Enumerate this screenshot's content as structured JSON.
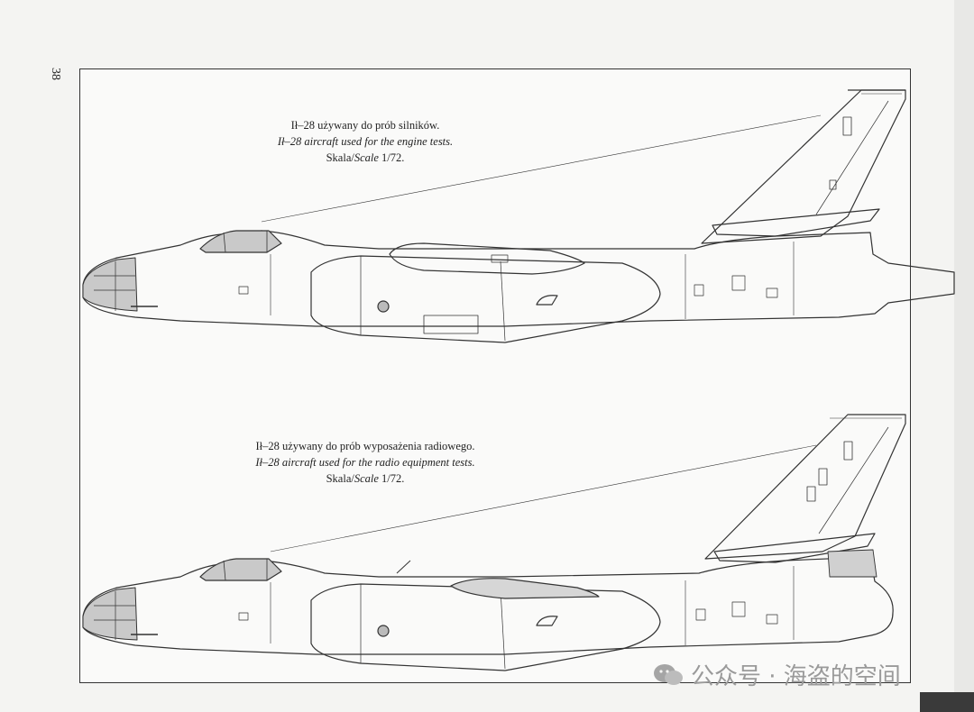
{
  "page": {
    "number": "38"
  },
  "drawings": [
    {
      "caption_pl": "Ił–28 używany do prób silników.",
      "caption_en": "Ił–28 aircraft used for the engine tests.",
      "scale_prefix": "Skala/",
      "scale_italic": "Scale",
      "scale_value": " 1/72."
    },
    {
      "caption_pl": "Ił–28 używany do prób wyposażenia radiowego.",
      "caption_en": "Ił–28 aircraft used for the radio equipment tests.",
      "scale_prefix": "Skala/",
      "scale_italic": "Scale",
      "scale_value": " 1/72."
    }
  ],
  "watermark": {
    "text": "公众号 · 海盗的空间"
  },
  "colors": {
    "line": "#333333",
    "glass": "#c9c9c9",
    "paper": "#fafaf9"
  }
}
